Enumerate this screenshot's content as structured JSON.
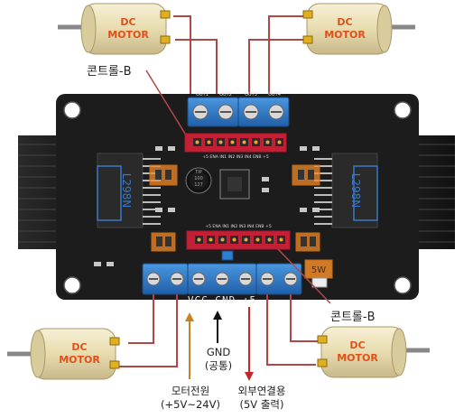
{
  "motors": {
    "label_line1": "DC",
    "label_line2": "MOTOR"
  },
  "callouts": {
    "control_b_top": "콘트롤-B",
    "control_b_bottom": "콘트롤-B",
    "gnd_line1": "GND",
    "gnd_line2": "(공통)",
    "motor_power_line1": "모터전원",
    "motor_power_line2": "(+5V~24V)",
    "ext_power_line1": "외부연결용",
    "ext_power_line2": "(5V 출력)"
  },
  "board": {
    "chip_left": "L298N",
    "chip_right": "L298N",
    "cap_text": "TIP\n100\n127",
    "header_top_label": "+5 ENA IN1 IN2 IN3 IN4 ENB +5",
    "header_bottom_label": "+5 ENA IN1 IN2 IN3 IN4 ENB +5",
    "power_label": "VCC GND +5",
    "sw_label": "5W",
    "out_labels": [
      "OUT1",
      "OUT2",
      "OUT3",
      "OUT4"
    ]
  },
  "colors": {
    "callout_line": "#b04848",
    "motor_power_arrow": "#c8821e",
    "gnd_arrow": "#111111",
    "ext_power_arrow": "#c0282a",
    "highlight_red": "#e0203a",
    "highlight_orange": "#f08a28",
    "pcb": "#1c1c1c",
    "terminal_blue": "#2f7fd0"
  }
}
